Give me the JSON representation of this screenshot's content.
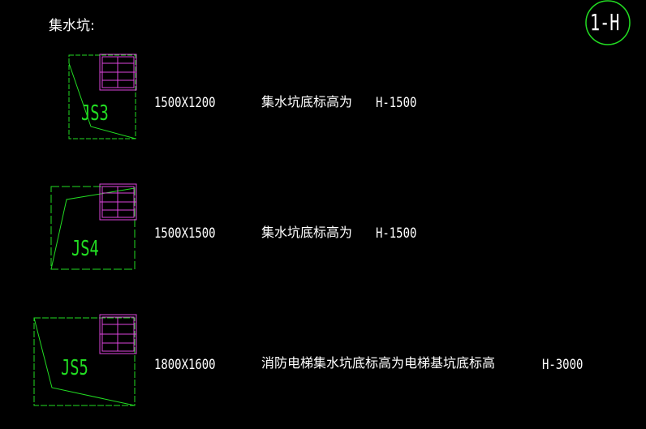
{
  "title": "集水坑:",
  "grid_axis_label": "1-H",
  "colors": {
    "background": "#000000",
    "pit_outline": "#22dd22",
    "pump_symbol": "#dd44dd",
    "text": "#ffffff",
    "axis_circle": "#22dd22"
  },
  "pits": [
    {
      "label": "JS3",
      "size": "1500X1200",
      "note": "集水坑底标高为",
      "elevation": "H-1500"
    },
    {
      "label": "JS4",
      "size": "1500X1500",
      "note": "集水坑底标高为",
      "elevation": "H-1500"
    },
    {
      "label": "JS5",
      "size": "1800X1600",
      "note": "消防电梯集水坑底标高为电梯基坑底标高",
      "elevation": "H-3000"
    }
  ]
}
